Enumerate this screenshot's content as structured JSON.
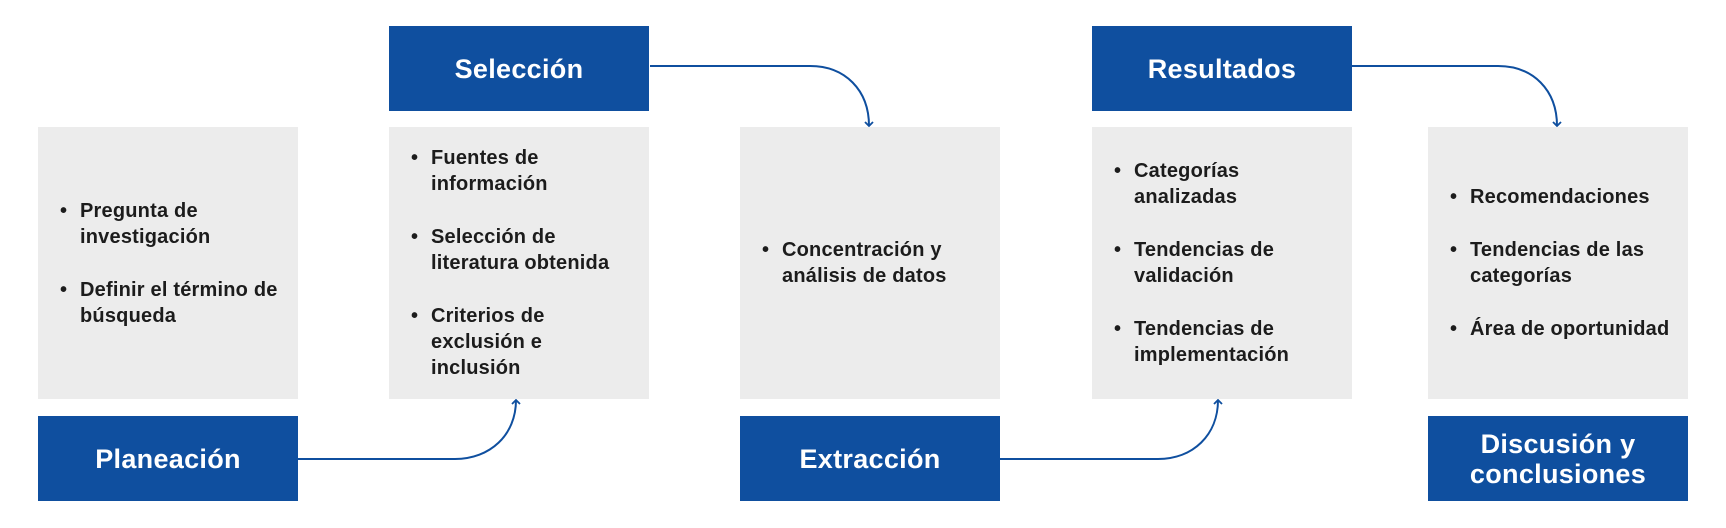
{
  "colors": {
    "header_bg": "#0f4f9f",
    "content_bg": "#ececec",
    "connector": "#0f4f9f",
    "text_dark": "#1c1c1c",
    "text_light": "#ffffff"
  },
  "stages": [
    {
      "title": "Planeación",
      "items": [
        "Pregunta de investigación",
        "Definir el término de búsqueda"
      ]
    },
    {
      "title": "Selección",
      "items": [
        "Fuentes de información",
        "Selección de literatura obtenida",
        "Criterios de exclusión e inclusión"
      ]
    },
    {
      "title": "Extracción",
      "items": [
        "Concentración y análisis de datos"
      ]
    },
    {
      "title": "Resultados",
      "items": [
        "Categorías analizadas",
        "Tendencias de validación",
        "Tendencias de implementación"
      ]
    },
    {
      "title": "Discusión y conclusiones",
      "items": [
        "Recomendaciones",
        "Tendencias de las categorías",
        "Área de oportunidad"
      ]
    }
  ]
}
